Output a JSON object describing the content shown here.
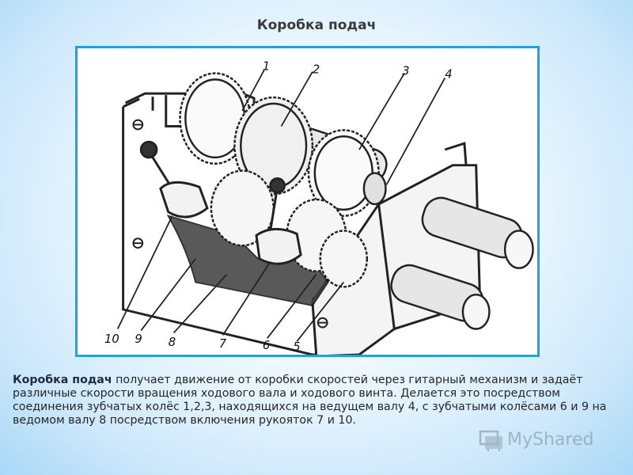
{
  "slide": {
    "title": "Коробка подач",
    "caption_lead": "Коробка подач",
    "caption_rest": " получает движение от коробки скоростей через гитарный механизм и задаёт различные скорости вращения ходового вала и ходового винта. Делается это посредством соединения зубчатых колёс 1,2,3, находящихся на ведущем валу 4, с зубчатыми колёсами 6 и 9 на ведомом валу 8 посредством включения рукояток 7 и 10."
  },
  "figure": {
    "callouts": [
      "1",
      "2",
      "3",
      "4",
      "10",
      "9",
      "8",
      "7",
      "6",
      "5"
    ]
  },
  "watermark": {
    "brand": "MyShared",
    "icon": "myshared-logo-icon"
  },
  "colors": {
    "frame_border": "#1ca3e6",
    "background_edge": "#a9d8f6"
  }
}
